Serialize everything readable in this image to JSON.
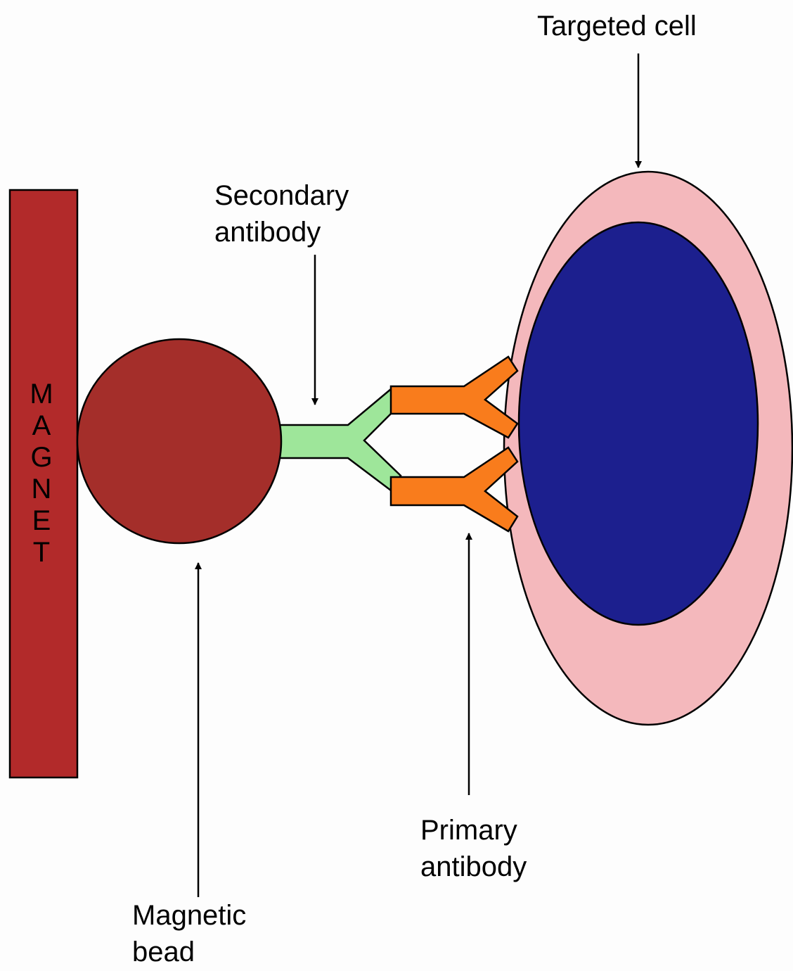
{
  "labels": {
    "targeted_cell": "Targeted cell",
    "secondary_antibody": [
      "Secondary",
      "antibody"
    ],
    "primary_antibody": [
      "Primary",
      "antibody"
    ],
    "magnetic_bead": [
      "Magnetic",
      "bead"
    ],
    "magnet": [
      "M",
      "A",
      "G",
      "N",
      "E",
      "T"
    ]
  },
  "colors": {
    "magnet": "#b22a2a",
    "bead": "#a42e2a",
    "cell_membrane": "#f4b8bc",
    "nucleus": "#1c1f8e",
    "secondary_antibody": "#9ee69a",
    "primary_antibody": "#f97c1c",
    "outline": "#000000"
  }
}
